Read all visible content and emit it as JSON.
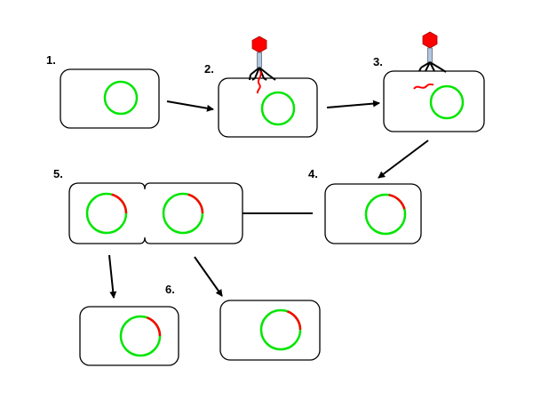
{
  "title": "Lysogenic cycle of a bacteriophage",
  "step_labels": [
    "1.",
    "2.",
    "3.",
    "4.",
    "5.",
    "6."
  ],
  "colors": {
    "chromosome": "#00e600",
    "phage_dna": "#ff0000",
    "phage_head": "#ff0000",
    "phage_tail": "#b0c8e0",
    "outline": "#000000"
  }
}
